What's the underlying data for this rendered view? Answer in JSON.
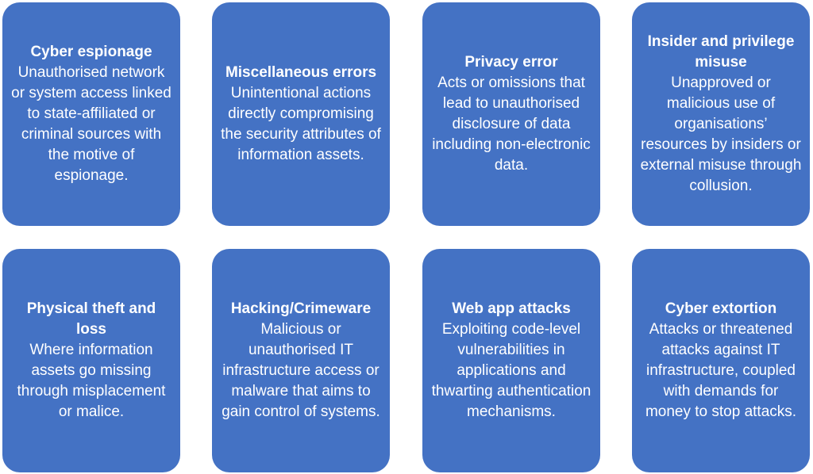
{
  "colors": {
    "card_fill": "#4472c4",
    "card_text": "#ffffff",
    "background": "#ffffff"
  },
  "cards": [
    {
      "title": "Cyber espionage",
      "description": "Unauthorised network or system access linked to state-affiliated or criminal sources with the motive of espionage."
    },
    {
      "title": "Miscellaneous errors",
      "description": "Unintentional actions directly compromising the security attributes of information assets."
    },
    {
      "title": "Privacy error",
      "description": "Acts or omissions that lead to unauthorised disclosure of data including non-electronic data."
    },
    {
      "title": "Insider and privilege misuse",
      "description": "Unapproved or malicious use of organisations’ resources by insiders or external misuse through collusion."
    },
    {
      "title": "Physical theft and loss",
      "description": "Where information assets go missing through misplacement or malice."
    },
    {
      "title": "Hacking/Crimeware",
      "description": "Malicious or unauthorised IT infrastructure access or malware that aims to gain control of systems."
    },
    {
      "title": "Web app attacks",
      "description": "Exploiting code-level vulnerabilities in applications and thwarting authentication mechanisms."
    },
    {
      "title": "Cyber extortion",
      "description": "Attacks or threatened attacks against IT infrastructure, coupled with demands for money to stop attacks."
    }
  ]
}
